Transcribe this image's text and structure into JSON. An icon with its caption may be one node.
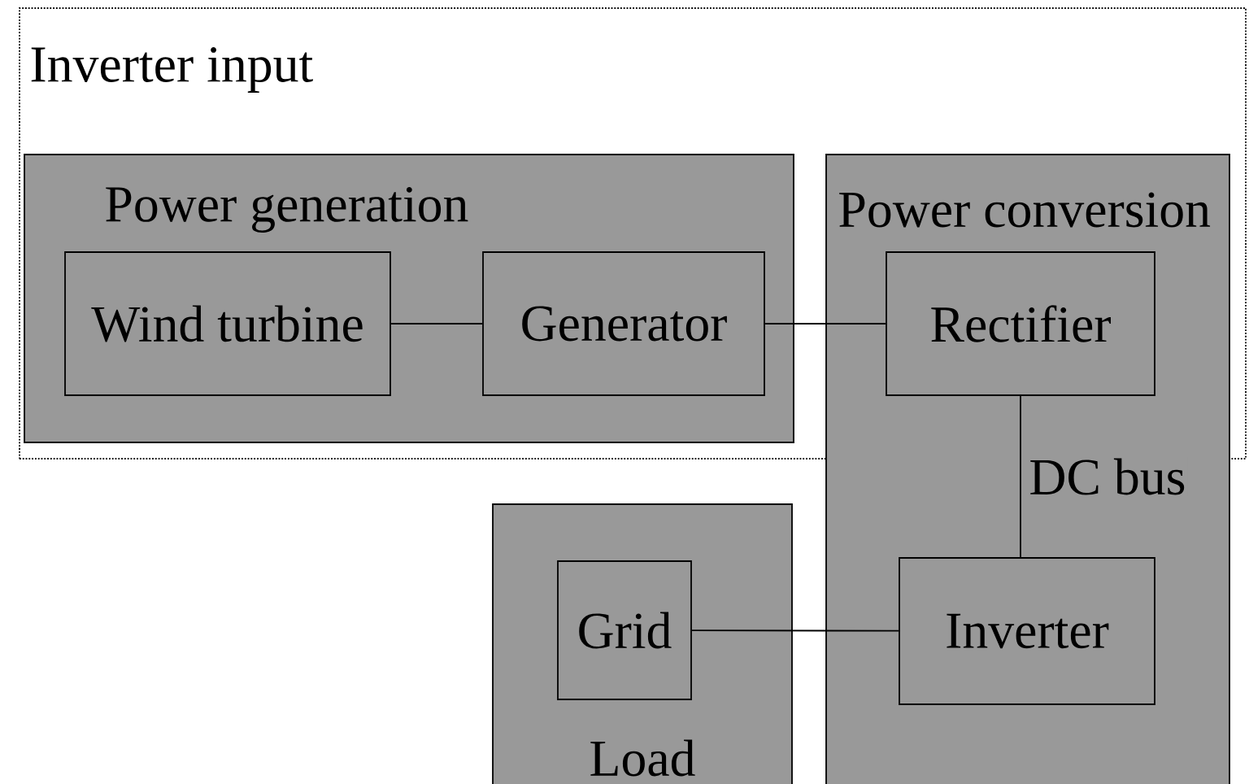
{
  "diagram": {
    "nodes": [
      {
        "text": [
          "Inverter input"
        ]
      },
      {
        "text": [
          "Power generation"
        ],
        "in": 0
      },
      {
        "text": [
          "Wind turbine"
        ],
        "in": 1
      },
      {
        "text": [
          "Generator"
        ],
        "in": 1
      },
      {
        "text": [
          "Power conversion"
        ]
      },
      {
        "text": [
          "Rectifier"
        ]
      },
      {
        "text": [
          "Load"
        ]
      },
      {
        "text": [
          "Grid"
        ],
        "in": 6
      },
      {
        "text": [
          "Inverter"
        ],
        "in": 4
      }
    ],
    "edges": [
      {
        "from": 2,
        "to": 3,
        "arrow": "none"
      },
      {
        "from": 3,
        "to": 5,
        "arrow": "none"
      },
      {
        "from": 5,
        "to": 8,
        "arrow": "none",
        "label": "DC bus"
      },
      {
        "from": 7,
        "to": 8,
        "arrow": "none"
      }
    ]
  }
}
